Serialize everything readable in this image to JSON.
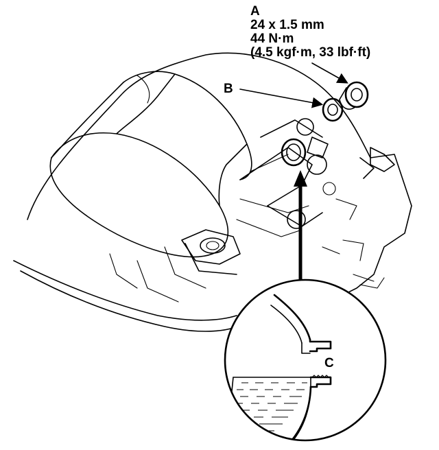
{
  "labels": {
    "a": {
      "letter": "A",
      "line1": "24 x 1.5 mm",
      "line2": "44 N·m",
      "line3": "(4.5 kgf·m, 33 lbf·ft)"
    },
    "b": {
      "letter": "B"
    },
    "c": {
      "letter": "C"
    }
  },
  "colors": {
    "ink": "#000000",
    "paper": "#ffffff"
  }
}
